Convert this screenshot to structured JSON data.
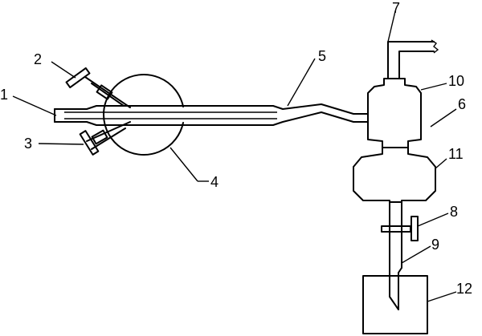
{
  "diagram": {
    "labels": [
      "1",
      "2",
      "3",
      "4",
      "5",
      "6",
      "7",
      "8",
      "9",
      "10",
      "11",
      "12"
    ],
    "line_color": "#000000",
    "background": "#ffffff"
  }
}
